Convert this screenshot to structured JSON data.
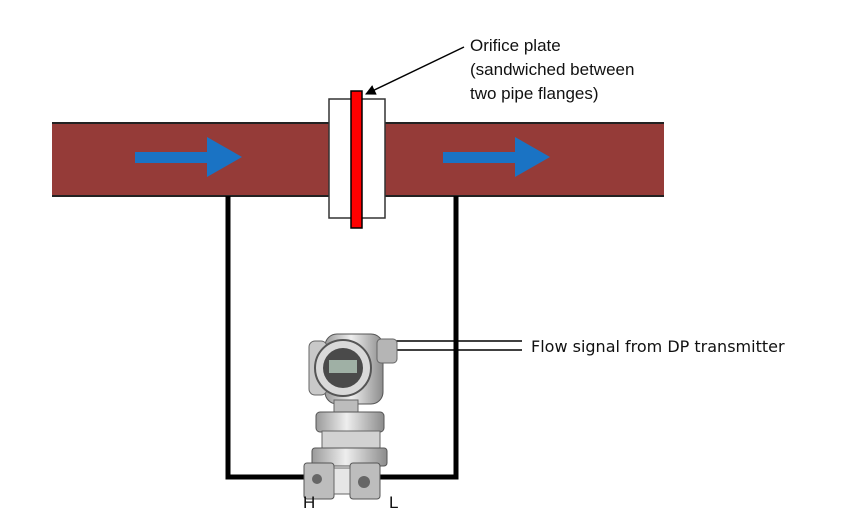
{
  "orifice_label": {
    "line1": "Orifice plate",
    "line2": "(sandwiched between",
    "line3": "two pipe flanges)"
  },
  "signal_label": "Flow signal from DP transmitter",
  "port_high": "H",
  "port_low": "L",
  "colors": {
    "pipe": "#953b38",
    "flow_arrow": "#1a73c4",
    "orifice_plate": "#ff0000",
    "impulse_line": "#000000"
  },
  "icons": {
    "flow_arrow": "arrow-right-icon",
    "transmitter": "dp-transmitter-icon"
  }
}
